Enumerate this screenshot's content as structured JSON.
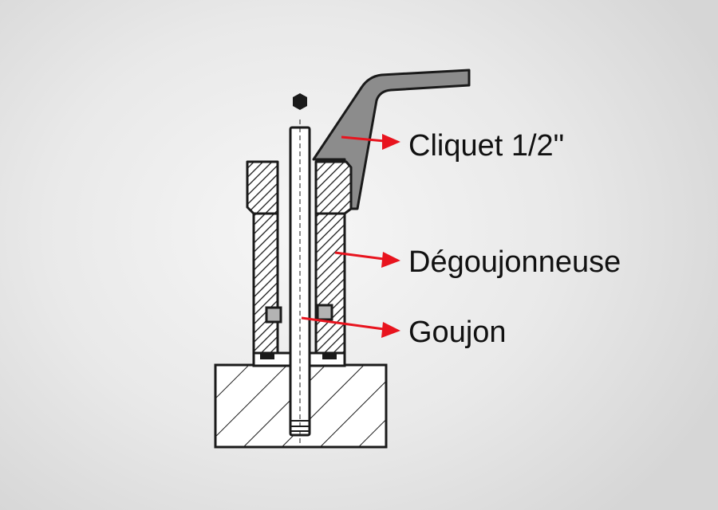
{
  "labels": {
    "ratchet": "Cliquet 1/2\"",
    "stud_extractor": "Dégoujonneuse",
    "stud": "Goujon"
  },
  "colors": {
    "arrow": "#e8141e",
    "outline": "#1a1a1a",
    "handle_fill": "#8c8c8c",
    "part_fill": "#ffffff",
    "insert_fill": "#b3b3b3"
  },
  "icons": {
    "top_marker": "hexagon-icon"
  }
}
